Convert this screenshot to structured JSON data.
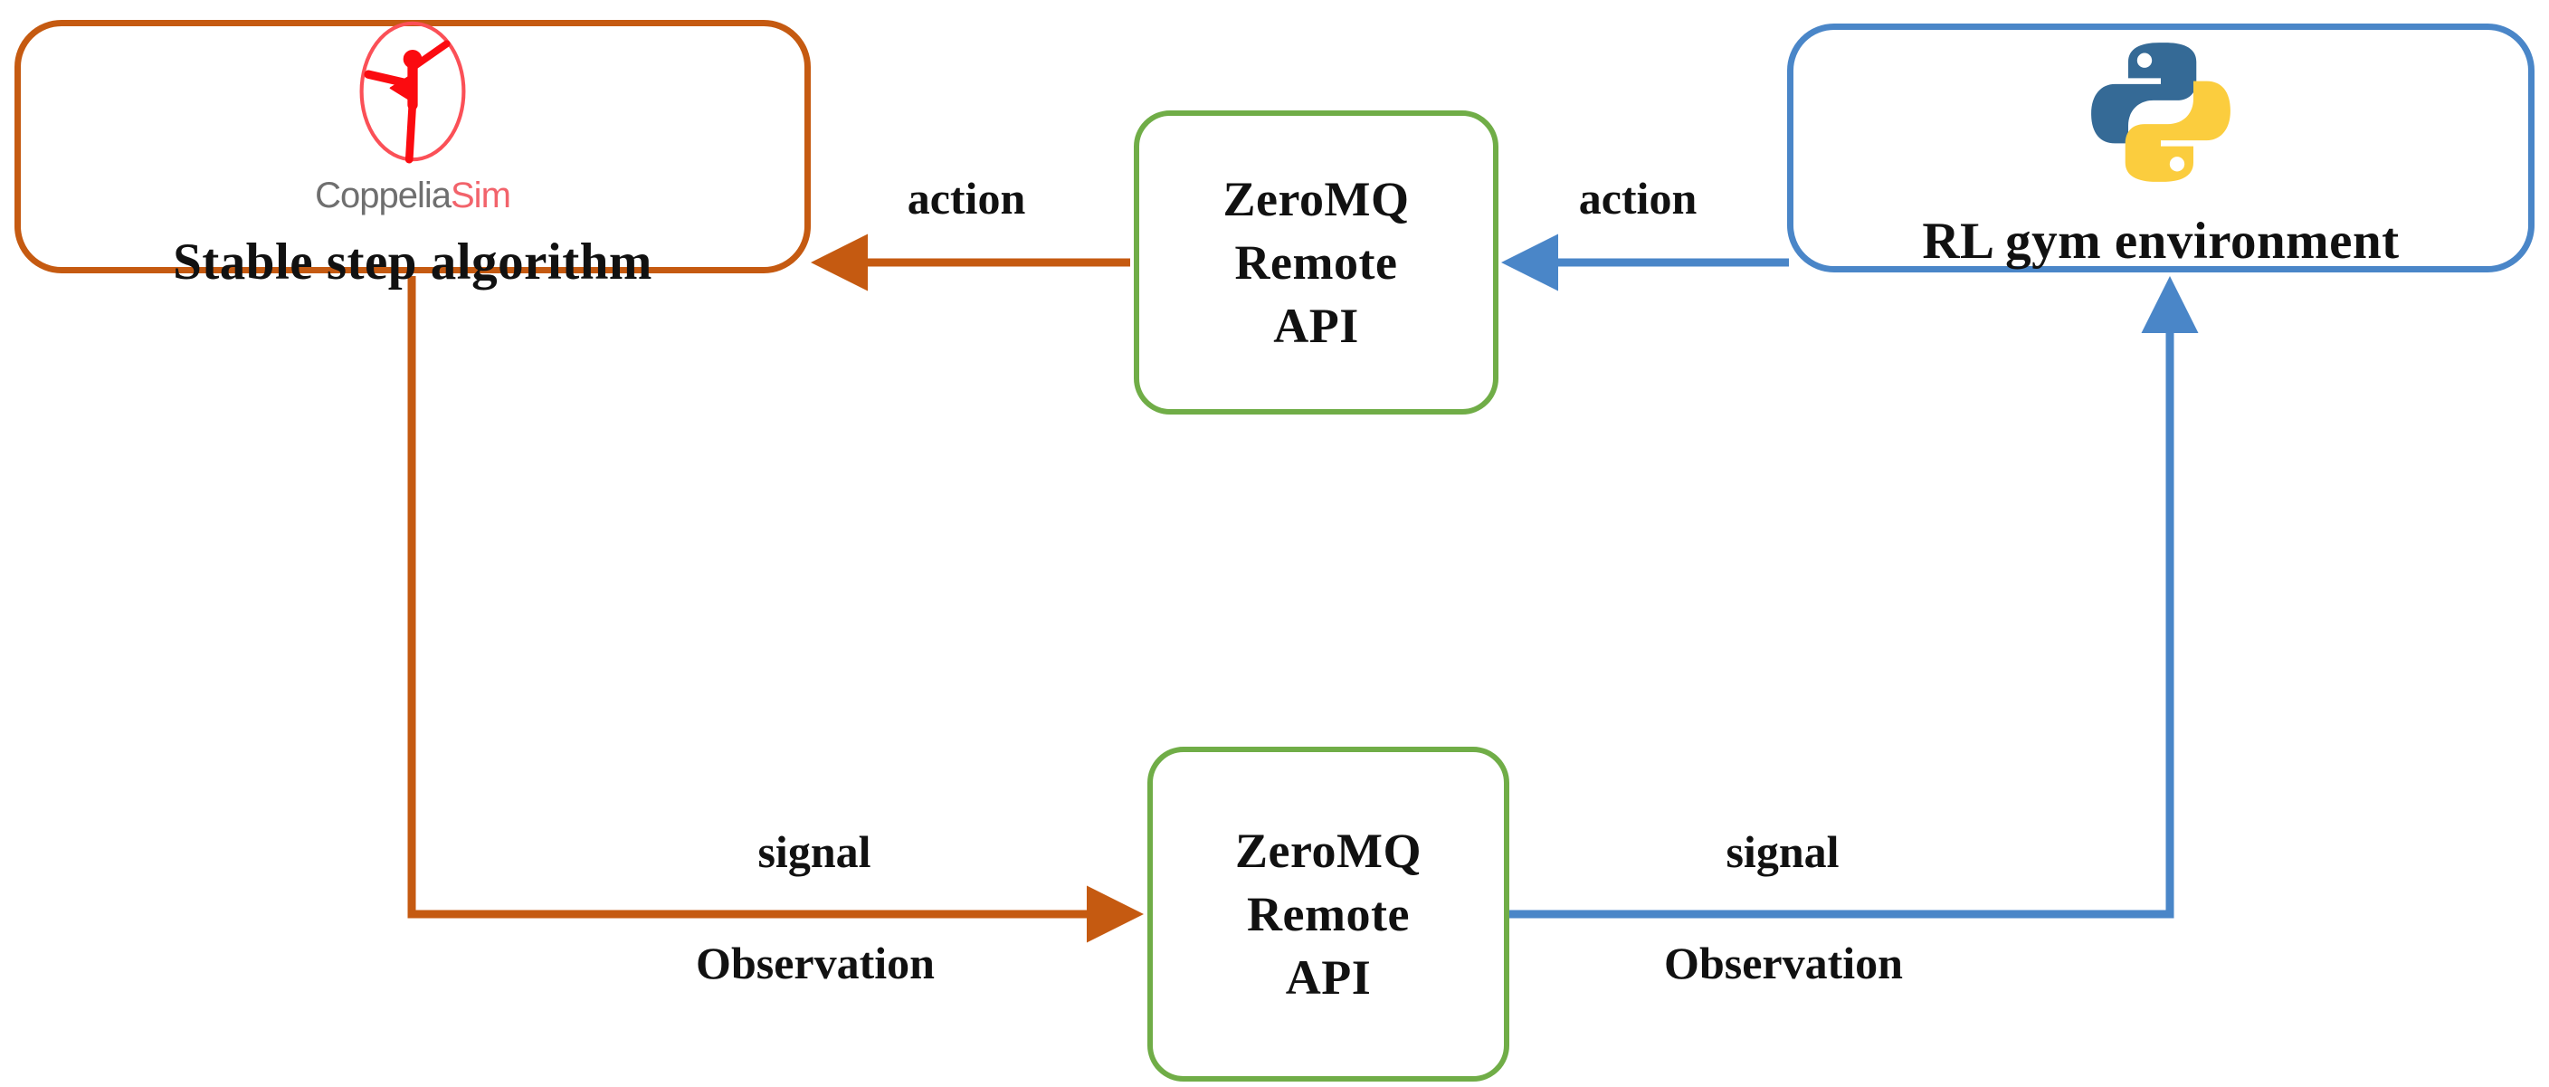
{
  "diagram": {
    "title": "Stable step algorithm / RL gym environment communication architecture",
    "background": "#ffffff",
    "colors": {
      "orange": "#c55a11",
      "green": "#70ad47",
      "blue": "#4a86c8",
      "python_blue": "#356a96",
      "python_yellow": "#fbcd3e",
      "coppelia_red": "#fb0b10",
      "coppelia_pink": "#f2636b",
      "coppelia_grey": "#6f6f6f",
      "text": "#111111"
    }
  },
  "nodes": {
    "stable_step": {
      "label": "Stable step algorithm",
      "logo_name": "coppeliasim-logo",
      "logo_word_primary": "Coppelia",
      "logo_word_accent": "Sim",
      "border_color": "#c55a11"
    },
    "zeromq_top": {
      "line1": "ZeroMQ",
      "line2": "Remote",
      "line3": "API",
      "border_color": "#70ad47"
    },
    "zeromq_bottom": {
      "line1": "ZeroMQ",
      "line2": "Remote",
      "line3": "API",
      "border_color": "#70ad47"
    },
    "rl_gym": {
      "label": "RL gym environment",
      "logo_name": "python-logo",
      "border_color": "#4a86c8"
    }
  },
  "edges": [
    {
      "name": "edge-action-zeromq-to-stable-step",
      "label": "action",
      "color": "#c55a11",
      "from": "zeromq_top",
      "to": "stable_step",
      "direction": "left"
    },
    {
      "name": "edge-action-rlgym-to-zeromq",
      "label": "action",
      "color": "#4a86c8",
      "from": "rl_gym",
      "to": "zeromq_top",
      "direction": "left"
    },
    {
      "name": "edge-signal-observation-stable-step-to-zeromq",
      "label_top": "signal",
      "label_bottom": "Observation",
      "color": "#c55a11",
      "from": "stable_step",
      "to": "zeromq_bottom",
      "direction": "right"
    },
    {
      "name": "edge-signal-observation-zeromq-to-rlgym",
      "label_top": "signal",
      "label_bottom": "Observation",
      "color": "#4a86c8",
      "from": "zeromq_bottom",
      "to": "rl_gym",
      "direction": "up"
    }
  ],
  "labels": {
    "action_left": "action",
    "action_right": "action",
    "signal_left": "signal",
    "observation_left": "Observation",
    "signal_right": "signal",
    "observation_right": "Observation"
  }
}
